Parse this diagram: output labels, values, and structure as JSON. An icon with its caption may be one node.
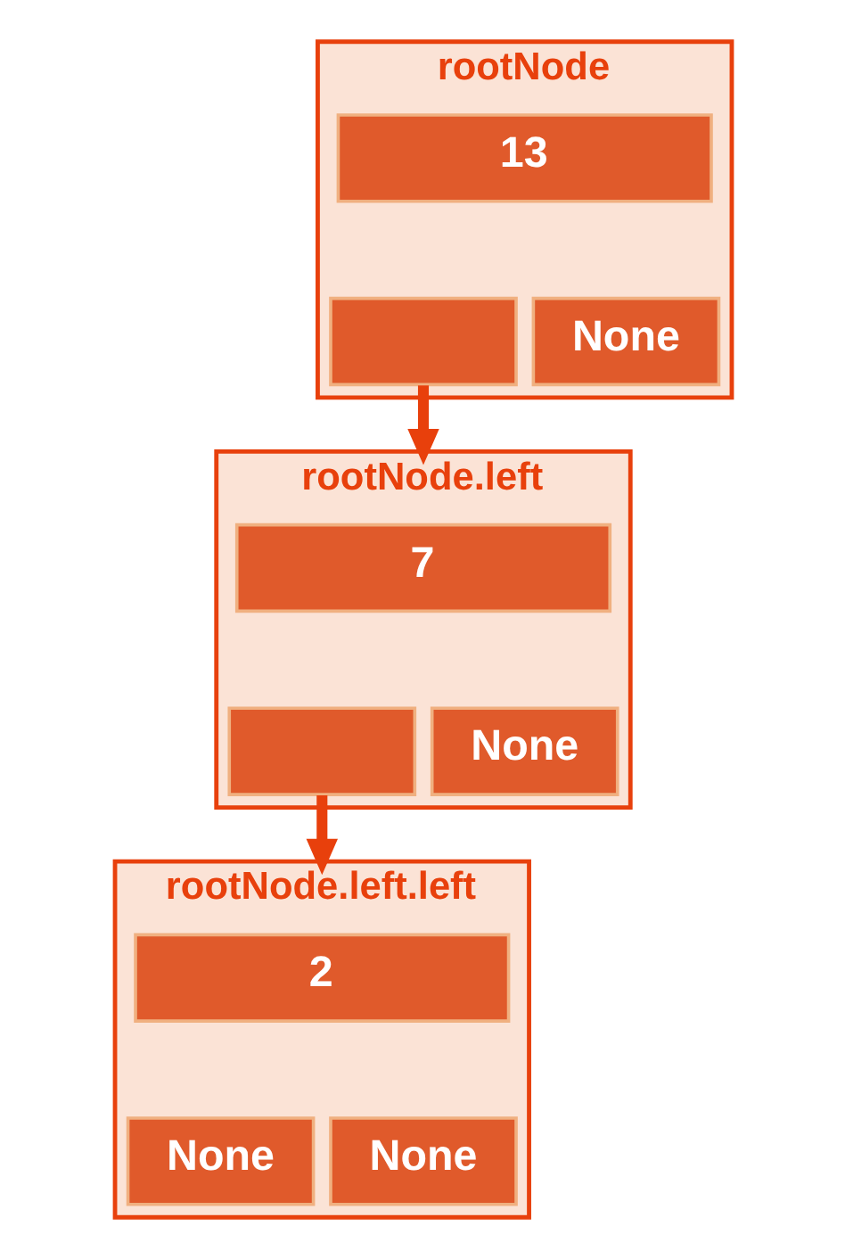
{
  "diagram": {
    "nodes": [
      {
        "text": [
          "rootNode"
        ]
      },
      {
        "text": [
          "13"
        ],
        "in": 0
      },
      {
        "text": [],
        "shape": "box",
        "in": 0
      },
      {
        "text": [
          "None"
        ],
        "in": 0
      },
      {
        "text": [
          "rootNode.left"
        ]
      },
      {
        "text": [
          "7"
        ],
        "in": 4
      },
      {
        "text": [],
        "shape": "box",
        "in": 4
      },
      {
        "text": [
          "None"
        ],
        "in": 4
      },
      {
        "text": [
          "rootNode.left.left"
        ]
      },
      {
        "text": [
          "2"
        ],
        "in": 8
      },
      {
        "text": [
          "None"
        ],
        "in": 8
      },
      {
        "text": [
          "None"
        ],
        "in": 8
      }
    ],
    "edges": [
      {
        "from": 2,
        "to": 4,
        "arrow": "to"
      },
      {
        "from": 6,
        "to": 8,
        "arrow": "to"
      }
    ]
  }
}
